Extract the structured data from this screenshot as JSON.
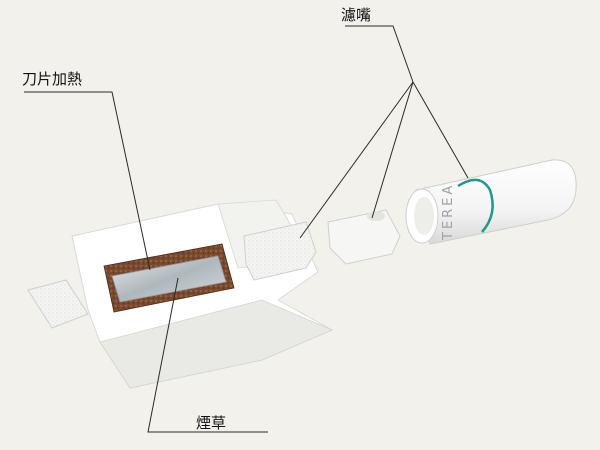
{
  "labels": {
    "filter": "濾嘴",
    "blade_heating": "刀片加熱",
    "tobacco": "煙草"
  },
  "brand_text": "TEREA",
  "colors": {
    "background": "#f3f1ec",
    "accent_wave": "#1e9a86",
    "leader_line": "#2a2a2a",
    "tobacco": "#7a4a2e",
    "blade": "#b9c1c6"
  }
}
